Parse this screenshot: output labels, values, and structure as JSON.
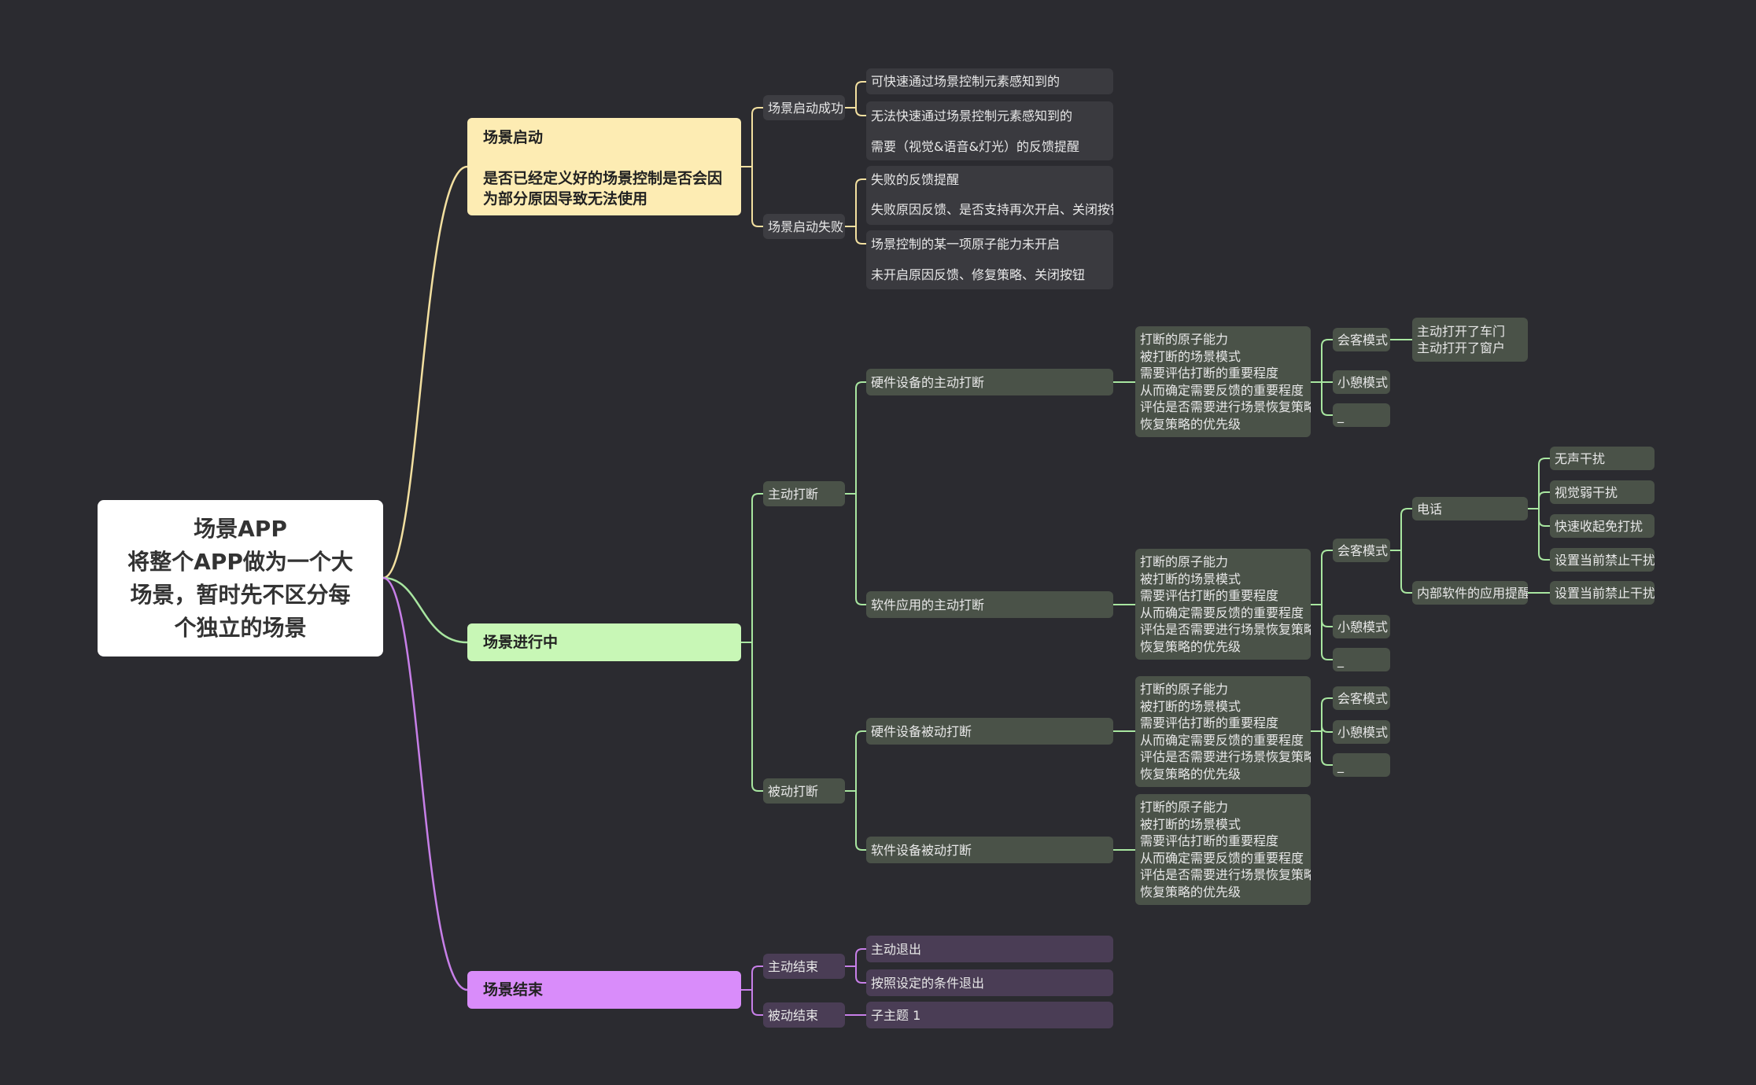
{
  "colors": {
    "background": "#2b2b30",
    "yellow": "#fdecb3",
    "green": "#c8f7b6",
    "purple": "#d98cfa",
    "line_yellow": "#f3e0a0",
    "line_green": "#a8e6a0",
    "line_purple": "#c77fe8"
  },
  "root": {
    "label": "场景APP\n将整个APP做为一个大\n场景，暂时先不区分每\n个独立的场景"
  },
  "branches": {
    "start": {
      "label": "场景启动\n\n是否已经定义好的场景控制是否会因\n为部分原因导致无法使用",
      "success": {
        "label": "场景启动成功",
        "item1": "可快速通过场景控制元素感知到的",
        "item2a": "无法快速通过场景控制元素感知到的",
        "item2b": "需要（视觉&语音&灯光）的反馈提醒"
      },
      "fail": {
        "label": "场景启动失败",
        "item1a": "失败的反馈提醒",
        "item1b": "失败原因反馈、是否支持再次开启、关闭按钮",
        "item2a": "场景控制的某一项原子能力未开启",
        "item2b": "未开启原因反馈、修复策略、关闭按钮"
      }
    },
    "running": {
      "label": "场景进行中",
      "active": {
        "label": "主动打断",
        "hardware": {
          "label": "硬件设备的主动打断",
          "detail": "打断的原子能力\n被打断的场景模式\n需要评估打断的重要程度\n从而确定需要反馈的重要程度\n评估是否需要进行场景恢复策略\n恢复策略的优先级",
          "modes": {
            "guest": "会客模式",
            "guest_detail": "主动打开了车门\n主动打开了窗户",
            "nap": "小憩模式",
            "other": "_"
          }
        },
        "software": {
          "label": "软件应用的主动打断",
          "detail": "打断的原子能力\n被打断的场景模式\n需要评估打断的重要程度\n从而确定需要反馈的重要程度\n评估是否需要进行场景恢复策略\n恢复策略的优先级",
          "modes": {
            "guest": "会客模式",
            "phone": "电话",
            "phone_items": [
              "无声干扰",
              "视觉弱干扰",
              "快速收起免打扰",
              "设置当前禁止干扰"
            ],
            "inner": "内部软件的应用提醒",
            "inner_item": "设置当前禁止干扰",
            "nap": "小憩模式",
            "other": "_"
          }
        }
      },
      "passive": {
        "label": "被动打断",
        "hardware": {
          "label": "硬件设备被动打断",
          "detail": "打断的原子能力\n被打断的场景模式\n需要评估打断的重要程度\n从而确定需要反馈的重要程度\n评估是否需要进行场景恢复策略\n恢复策略的优先级",
          "modes": {
            "guest": "会客模式",
            "nap": "小憩模式",
            "other": "_"
          }
        },
        "software": {
          "label": "软件设备被动打断",
          "detail": "打断的原子能力\n被打断的场景模式\n需要评估打断的重要程度\n从而确定需要反馈的重要程度\n评估是否需要进行场景恢复策略\n恢复策略的优先级"
        }
      }
    },
    "end": {
      "label": "场景结束",
      "active": {
        "label": "主动结束",
        "item1": "主动退出",
        "item2": "按照设定的条件退出"
      },
      "passive": {
        "label": "被动结束",
        "item1": "子主题 1"
      }
    }
  }
}
